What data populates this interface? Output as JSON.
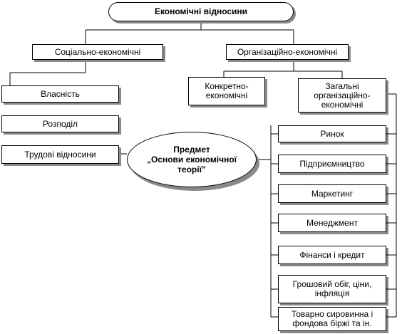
{
  "root": "Економічні відносини",
  "branches": {
    "socio_economic": "Соціально-економічні",
    "organizational_economic": "Організаційно-економічні"
  },
  "socio_items": [
    "Власність",
    "Розподіл",
    "Трудові відносини"
  ],
  "org_groups": {
    "concrete": "Конкретно-\nекономічні",
    "general": "Загальні\nорганізаційно-\nекономічні"
  },
  "center": {
    "title": "Предмет",
    "subject": "„Основи економічної\nтеорії”"
  },
  "general_items": [
    "Ринок",
    "Підприємництво",
    "Маркетинг",
    "Менеджмент",
    "Фінанси і кредит",
    "Грошовий обіг, ціни,\nінфляція",
    "Товарно сировинна і\nфондова біржі та ін."
  ]
}
